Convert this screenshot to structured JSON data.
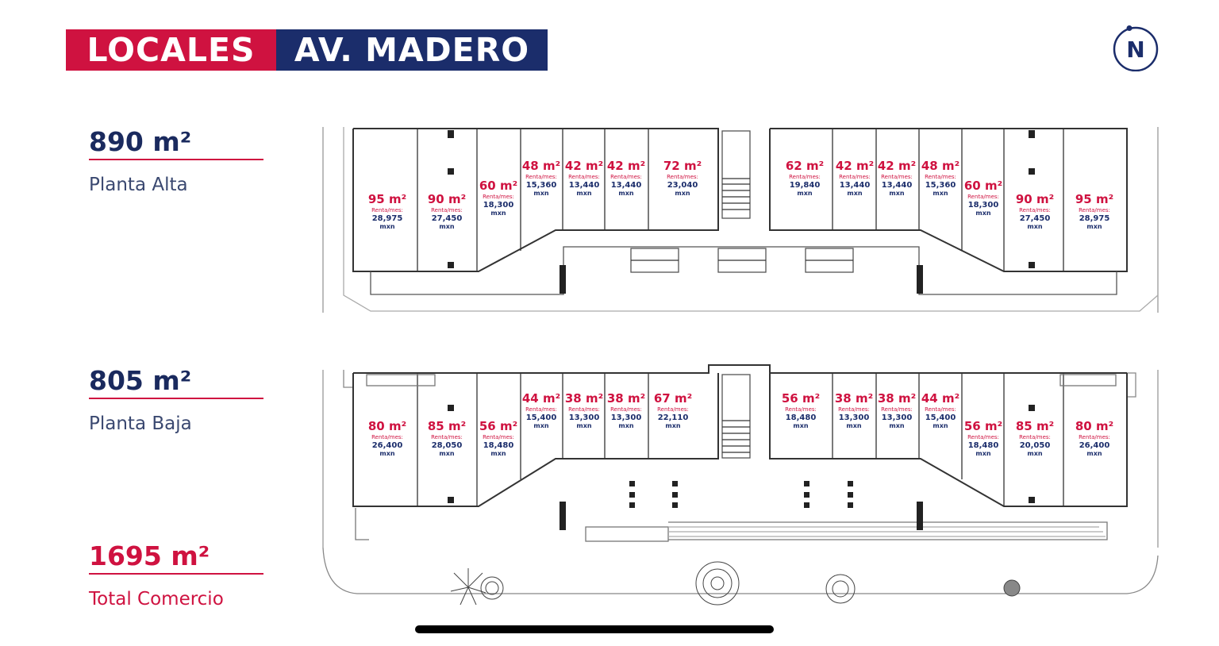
{
  "header": {
    "part1": "LOCALES",
    "part2": "AV. MADERO",
    "compass": "N"
  },
  "stats": [
    {
      "area": "890 m²",
      "label": "Planta Alta"
    },
    {
      "area": "805 m²",
      "label": "Planta Baja"
    },
    {
      "area": "1695 m²",
      "label": "Total Comercio"
    }
  ],
  "units_alta": [
    {
      "m": "95 m²",
      "r": "Renta/mes:",
      "p": "28,975",
      "x": "mxn"
    },
    {
      "m": "90 m²",
      "r": "Renta/mes:",
      "p": "27,450",
      "x": "mxn"
    },
    {
      "m": "60 m²",
      "r": "Renta/mes:",
      "p": "18,300",
      "x": "mxn"
    },
    {
      "m": "48 m²",
      "r": "Renta/mes:",
      "p": "15,360",
      "x": "mxn"
    },
    {
      "m": "42 m²",
      "r": "Renta/mes:",
      "p": "13,440",
      "x": "mxn"
    },
    {
      "m": "42 m²",
      "r": "Renta/mes:",
      "p": "13,440",
      "x": "mxn"
    },
    {
      "m": "72 m²",
      "r": "Renta/mes:",
      "p": "23,040",
      "x": "mxn"
    },
    {
      "m": "62 m²",
      "r": "Renta/mes:",
      "p": "19,840",
      "x": "mxn"
    },
    {
      "m": "42 m²",
      "r": "Renta/mes:",
      "p": "13,440",
      "x": "mxn"
    },
    {
      "m": "42 m²",
      "r": "Renta/mes:",
      "p": "13,440",
      "x": "mxn"
    },
    {
      "m": "48 m²",
      "r": "Renta/mes:",
      "p": "15,360",
      "x": "mxn"
    },
    {
      "m": "60 m²",
      "r": "Renta/mes:",
      "p": "18,300",
      "x": "mxn"
    },
    {
      "m": "90 m²",
      "r": "Renta/mes:",
      "p": "27,450",
      "x": "mxn"
    },
    {
      "m": "95 m²",
      "r": "Renta/mes:",
      "p": "28,975",
      "x": "mxn"
    }
  ],
  "units_baja": [
    {
      "m": "80 m²",
      "r": "Renta/mes:",
      "p": "26,400",
      "x": "mxn"
    },
    {
      "m": "85 m²",
      "r": "Renta/mes:",
      "p": "28,050",
      "x": "mxn"
    },
    {
      "m": "56 m²",
      "r": "Renta/mes:",
      "p": "18,480",
      "x": "mxn"
    },
    {
      "m": "44 m²",
      "r": "Renta/mes:",
      "p": "15,400",
      "x": "mxn"
    },
    {
      "m": "38 m²",
      "r": "Renta/mes:",
      "p": "13,300",
      "x": "mxn"
    },
    {
      "m": "38 m²",
      "r": "Renta/mes:",
      "p": "13,300",
      "x": "mxn"
    },
    {
      "m": "67 m²",
      "r": "Renta/mes:",
      "p": "22,110",
      "x": "mxn"
    },
    {
      "m": "56 m²",
      "r": "Renta/mes:",
      "p": "18,480",
      "x": "mxn"
    },
    {
      "m": "38 m²",
      "r": "Renta/mes:",
      "p": "13,300",
      "x": "mxn"
    },
    {
      "m": "38 m²",
      "r": "Renta/mes:",
      "p": "13,300",
      "x": "mxn"
    },
    {
      "m": "44 m²",
      "r": "Renta/mes:",
      "p": "15,400",
      "x": "mxn"
    },
    {
      "m": "56 m²",
      "r": "Renta/mes:",
      "p": "18,480",
      "x": "mxn"
    },
    {
      "m": "85 m²",
      "r": "Renta/mes:",
      "p": "20,050",
      "x": "mxn"
    },
    {
      "m": "80 m²",
      "r": "Renta/mes:",
      "p": "26,400",
      "x": "mxn"
    }
  ]
}
